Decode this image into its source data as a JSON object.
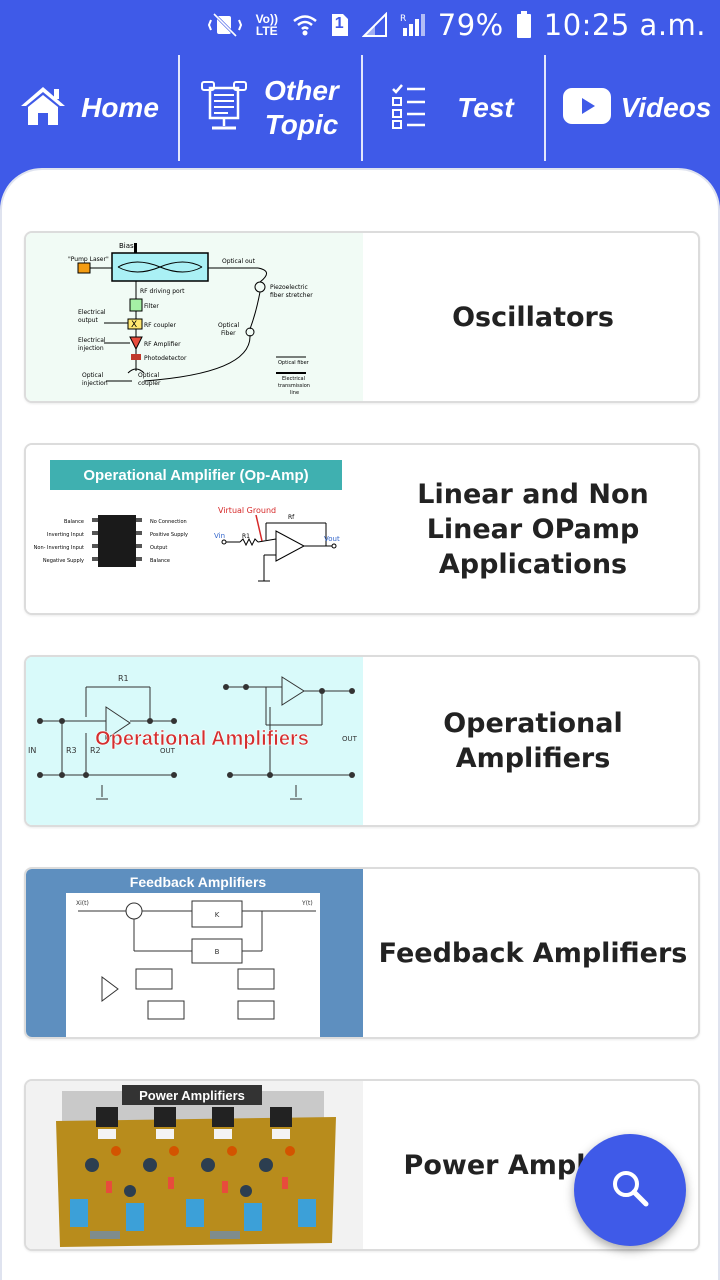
{
  "status_bar": {
    "network_label": "Vo)) LTE",
    "sim_label": "1",
    "battery": "79%",
    "time": "10:25 a.m."
  },
  "nav": {
    "home_label": "Home",
    "other_topic_label_line1": "Other",
    "other_topic_label_line2": "Topic",
    "test_label": "Test",
    "videos_label": "Videos"
  },
  "topics": [
    {
      "title": "Oscillators"
    },
    {
      "title": "Linear and Non Linear OPamp Applications"
    },
    {
      "title": "Operational Amplifiers"
    },
    {
      "title": "Feedback Amplifiers"
    },
    {
      "title": "Power Amplifiers"
    }
  ],
  "thumbs": {
    "osc": {
      "bias": "Bias",
      "pump": "\"Pump Laser\"",
      "optical_out": "Optical out",
      "rf_port": "RF driving port",
      "piezo1": "Piezoelectric",
      "piezo2": "fiber stretcher",
      "filter": "Filter",
      "elec_out1": "Electrical",
      "elec_out2": "output",
      "rf_coupler": "RF coupler",
      "optical_fiber1": "Optical",
      "optical_fiber2": "Fiber",
      "elec_inj1": "Electrical",
      "elec_inj2": "injection",
      "rf_amp": "RF Amplifier",
      "photodetector": "Photodetector",
      "legend_fiber": "Optical fiber",
      "opt_inj1": "Optical",
      "opt_inj2": "injection",
      "opt_coup1": "Optical",
      "opt_coup2": "coupler",
      "legend_elec1": "Electrical",
      "legend_elec2": "transmission",
      "legend_elec3": "line"
    },
    "opamp_apps": {
      "banner": "Operational Amplifier (Op-Amp)",
      "virtual_ground": "Virtual Ground",
      "vin": "Vin",
      "vout": "Vout",
      "rf": "Rf",
      "r1": "R1",
      "pins_left": [
        "Balance",
        "Inverting Input",
        "Non- Inverting Input",
        "Negative Supply"
      ],
      "pins_right": [
        "No Connection",
        "Positive Supply",
        "Output",
        "Balance"
      ]
    },
    "opamps": {
      "overlay": "Operational Amplifiers",
      "r1": "R1",
      "r3": "R3",
      "r2": "R2",
      "in": "IN",
      "out1": "OUT",
      "out2": "OUT"
    },
    "feedback": {
      "banner": "Feedback Amplifiers",
      "xi": "Xi(t)",
      "yt": "Y(t)",
      "k": "K",
      "b": "B"
    },
    "power": {
      "banner": "Power Amplifiers"
    }
  }
}
